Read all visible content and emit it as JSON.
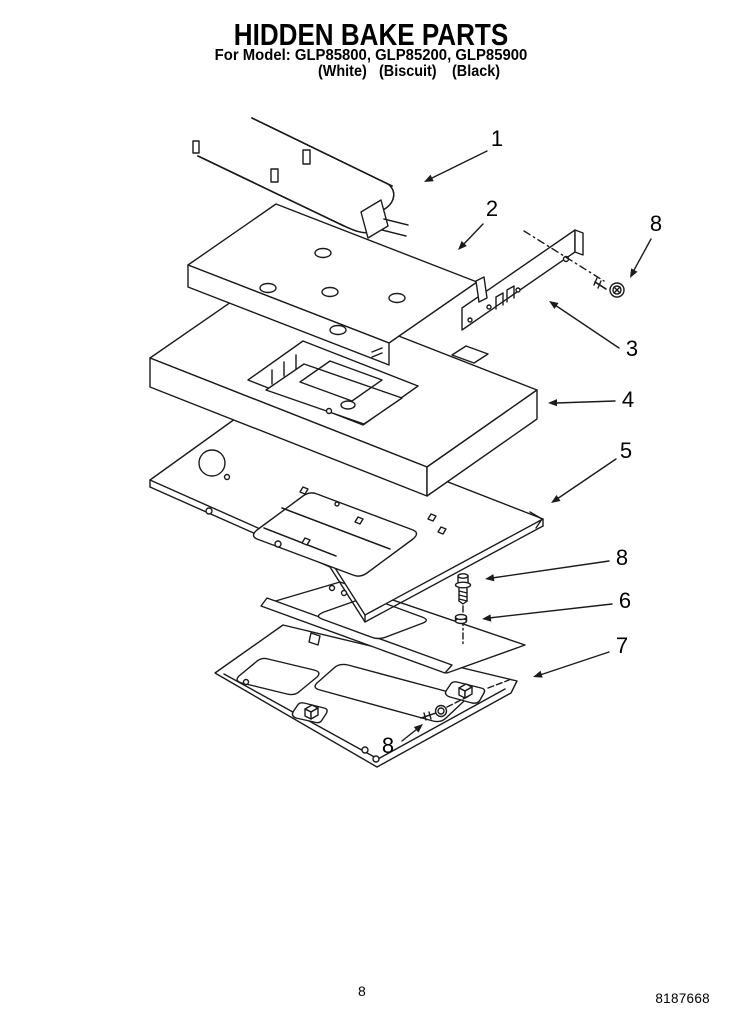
{
  "header": {
    "title": "HIDDEN BAKE PARTS",
    "model_line": "For Model: GLP85800, GLP85200, GLP85900",
    "colors": [
      "(White)",
      "(Biscuit)",
      "(Black)"
    ]
  },
  "diagram": {
    "callouts": {
      "c1": "1",
      "c2": "2",
      "c3": "3",
      "c4": "4",
      "c5": "5",
      "c6": "6",
      "c7": "7",
      "c8_top": "8",
      "c8_mid": "8",
      "c8_bottom": "8"
    }
  },
  "footer": {
    "page_number": "8",
    "document_number": "8187668"
  }
}
